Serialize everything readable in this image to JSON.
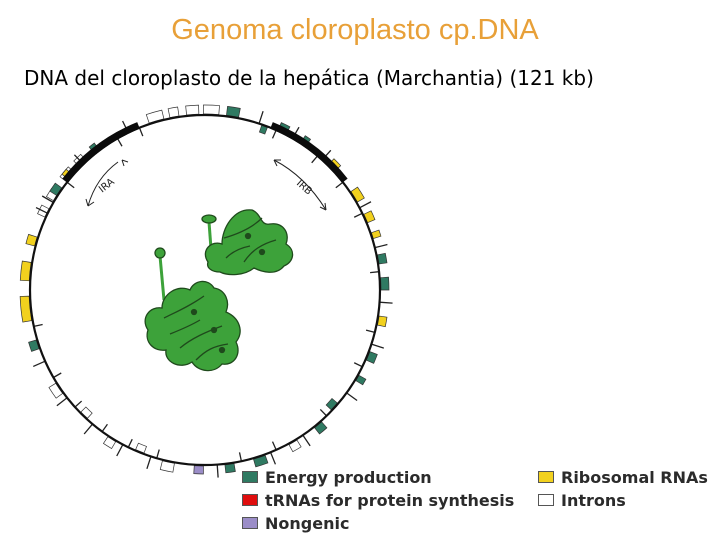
{
  "header": {
    "title": "Genoma cloroplasto cp.DNA",
    "subtitle": "DNA del cloroplasto de la hepática (Marchantia) (121 kb)"
  },
  "map": {
    "ira_label": "IRA",
    "irb_label": "IRB"
  },
  "legend": {
    "items": [
      {
        "label": "Energy production",
        "color": "#2f7a62"
      },
      {
        "label": "tRNAs for protein synthesis",
        "color": "#e00e0e"
      },
      {
        "label": "Nongenic",
        "color": "#9b8dc8"
      },
      {
        "label": "Ribosomal RNAs",
        "color": "#f2d11e"
      },
      {
        "label": "Introns",
        "color": "#ffffff"
      }
    ]
  },
  "colors": {
    "title": "#e8a038",
    "plant": "#3da23a",
    "plant_outline": "#1f4a1c"
  }
}
